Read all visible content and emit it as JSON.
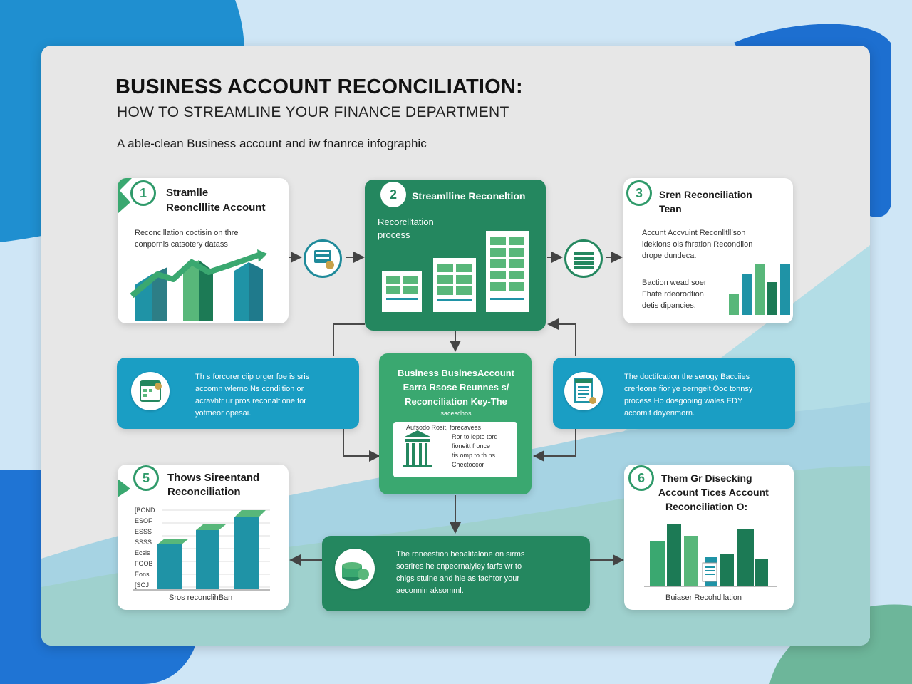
{
  "header": {
    "title": "BUSINESS ACCOUNT RECONCILIATION:",
    "subtitle": "HOW TO STREAMLINE YOUR FINANCE DEPARTMENT",
    "tagline": "A able-clean Business account and iw fnanrce infographic"
  },
  "cards": {
    "step1": {
      "number": "1",
      "title_l1": "Stramlle",
      "title_l2": "Reonclllite Account",
      "body_l1": "Reconclllation coctisin on thre",
      "body_l2": "conpornis catsotery datass"
    },
    "step2": {
      "number": "2",
      "title": "Streamlline Reconeltion",
      "body_l1": "Recorclltation",
      "body_l2": "process"
    },
    "step3": {
      "number": "3",
      "title_l1": "Sren Reconciliation",
      "title_l2": "Tean",
      "body_l1": "Accunt Accvuint Reconlltll’son",
      "body_l2": "idekions ois fhration Recondiion",
      "body_l3": "drope dundeca.",
      "body_l4": "Baction wead soer",
      "body_l5": "Fhate rdeorodtion",
      "body_l6": "detis dipancies."
    },
    "left_mid": {
      "body_l1": "Th s forcorer ciip  orger foe is sris",
      "body_l2": "accomn wlerno Ns  ccndiltion  or",
      "body_l3": "acravhtr  ur pros reconaltione tor",
      "body_l4": "yotmeor opesai."
    },
    "center": {
      "title_l1": "Business BusinesAccount",
      "title_l2": "Earra Rsose Reunnes s/",
      "title_l3": "Reconciliation Key-The",
      "title_l4": "sacesdhos",
      "inner_l1": "Aufsodo   Rosit, forecavees",
      "inner_l2": "Ror to lepte tord",
      "inner_l3": "fioneitt fronce",
      "inner_l4": "tis omp to th ns",
      "inner_l5": "Chectoccor"
    },
    "right_mid": {
      "body_l1": "The doctifcation  the  serogy  Bacciies",
      "body_l2": "crerleone  fior ye  oerngeit  Ooc tonnsy",
      "body_l3": "process  Ho  dosgooing wales EDY",
      "body_l4": "accomit doyerimorn."
    },
    "step5": {
      "number": "5",
      "title_l1": "Thows Sireentand",
      "title_l2": "Reconciliation",
      "axis": [
        "[BOND",
        "ESOF",
        "ESSS",
        "SSSS",
        "Ecsis",
        "FOOB",
        "Eons",
        "[SOJ"
      ],
      "caption": "Sros reconclihBan"
    },
    "bottom": {
      "body_l1": "The  roneestion  beoalitalone  on  sirms",
      "body_l2": "sosrires  he  cnpeornalyiey  farfs   wr to",
      "body_l3": "chigs  stulne  and  hie  as  fachtor  your",
      "body_l4": "aeconnin aksomml."
    },
    "step6": {
      "number": "6",
      "title_l1": "Them Gr Disecking",
      "title_l2": "Account Tices Account",
      "title_l3": "Reconciliation O:",
      "caption": "Buiaser Recohdilation"
    }
  },
  "colors": {
    "green": "#24875f",
    "teal": "#1a9ec4",
    "light_green": "#3aa870",
    "chart_teal": "#1f93a6",
    "chart_green": "#58b77a",
    "chart_dark_green": "#1c7a55"
  }
}
